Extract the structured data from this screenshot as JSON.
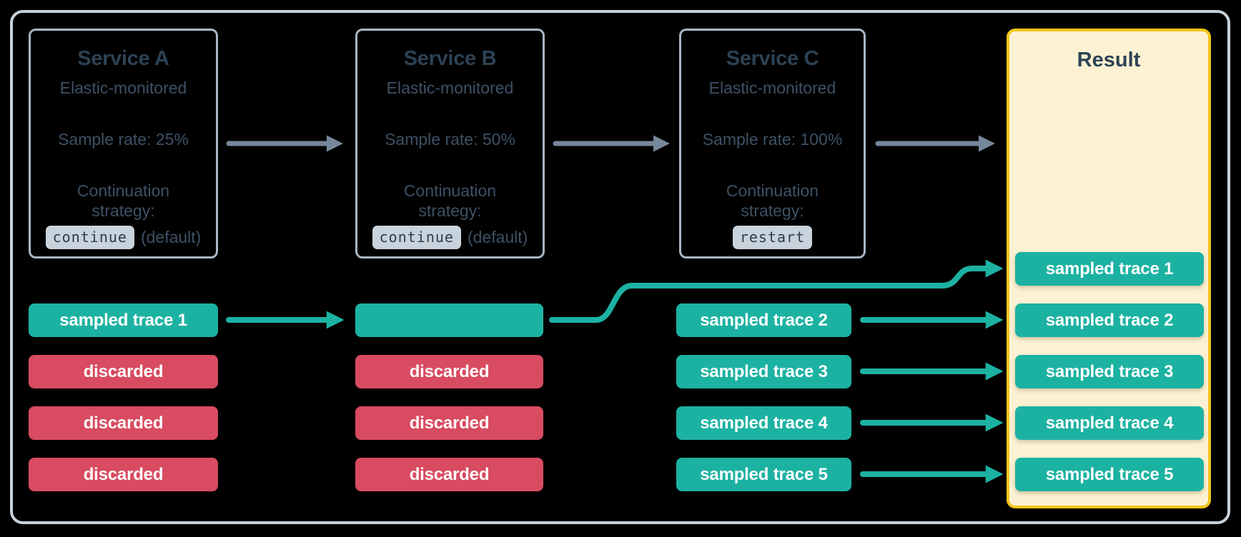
{
  "colors": {
    "background": "#000000",
    "frame_border": "#c6d1db",
    "service_box_border": "#a9b7c5",
    "heading_text": "#2d4254",
    "body_text": "#3d5165",
    "code_chip_bg": "#c9d3dc",
    "code_chip_text": "#2c3c4c",
    "sampled_teal": "#1cb2a2",
    "discarded_red": "#d84b60",
    "result_bg": "#fcf2d3",
    "result_border_gold": "#f4c51d",
    "flow_arrow_gray": "#76879a",
    "chip_text": "#ffffff"
  },
  "services": [
    {
      "title": "Service A",
      "subtitle": "Elastic-monitored",
      "sample_rate": "Sample rate: 25%",
      "continuation_line1": "Continuation",
      "continuation_line2": "strategy:",
      "strategy_code": "continue",
      "strategy_note": "(default)"
    },
    {
      "title": "Service B",
      "subtitle": "Elastic-monitored",
      "sample_rate": "Sample rate: 50%",
      "continuation_line1": "Continuation",
      "continuation_line2": "strategy:",
      "strategy_code": "continue",
      "strategy_note": "(default)"
    },
    {
      "title": "Service C",
      "subtitle": "Elastic-monitored",
      "sample_rate": "Sample rate: 100%",
      "continuation_line1": "Continuation",
      "continuation_line2": "strategy:",
      "strategy_code": "restart",
      "strategy_note": ""
    }
  ],
  "result": {
    "title": "Result",
    "rows": [
      {
        "label": "sampled trace 1",
        "type": "sampled"
      },
      {
        "label": "sampled trace 2",
        "type": "sampled"
      },
      {
        "label": "sampled trace 3",
        "type": "sampled"
      },
      {
        "label": "sampled trace 4",
        "type": "sampled"
      },
      {
        "label": "sampled trace 5",
        "type": "sampled"
      }
    ]
  },
  "lanes": {
    "service_a": [
      {
        "label": "sampled trace 1",
        "type": "sampled"
      },
      {
        "label": "discarded",
        "type": "discarded"
      },
      {
        "label": "discarded",
        "type": "discarded"
      },
      {
        "label": "discarded",
        "type": "discarded"
      }
    ],
    "service_b": [
      {
        "label": "",
        "type": "sampled"
      },
      {
        "label": "discarded",
        "type": "discarded"
      },
      {
        "label": "discarded",
        "type": "discarded"
      },
      {
        "label": "discarded",
        "type": "discarded"
      }
    ],
    "service_c": [
      {
        "label": "sampled trace 2",
        "type": "sampled"
      },
      {
        "label": "sampled trace 3",
        "type": "sampled"
      },
      {
        "label": "sampled trace 4",
        "type": "sampled"
      },
      {
        "label": "sampled trace 5",
        "type": "sampled"
      }
    ]
  }
}
